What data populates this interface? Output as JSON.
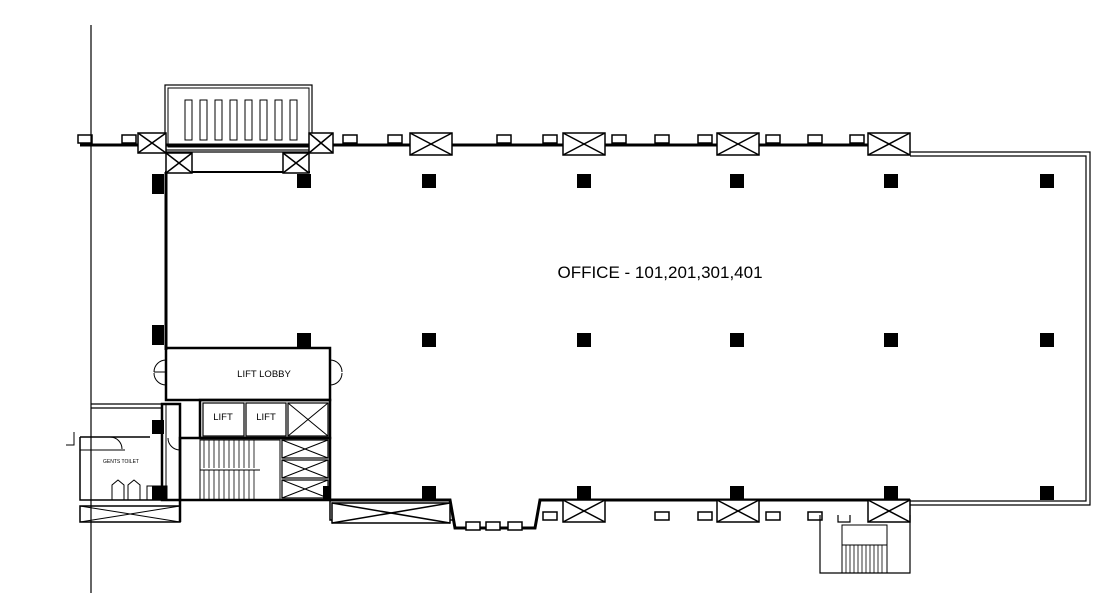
{
  "plan": {
    "office_label": "OFFICE - 101,201,301,401",
    "lift_lobby_label": "LIFT LOBBY",
    "lift_1_label": "LIFT",
    "lift_2_label": "LIFT",
    "toilet_label": "GENTS TOILET"
  },
  "colors": {
    "line": "#000000",
    "background": "#ffffff"
  }
}
